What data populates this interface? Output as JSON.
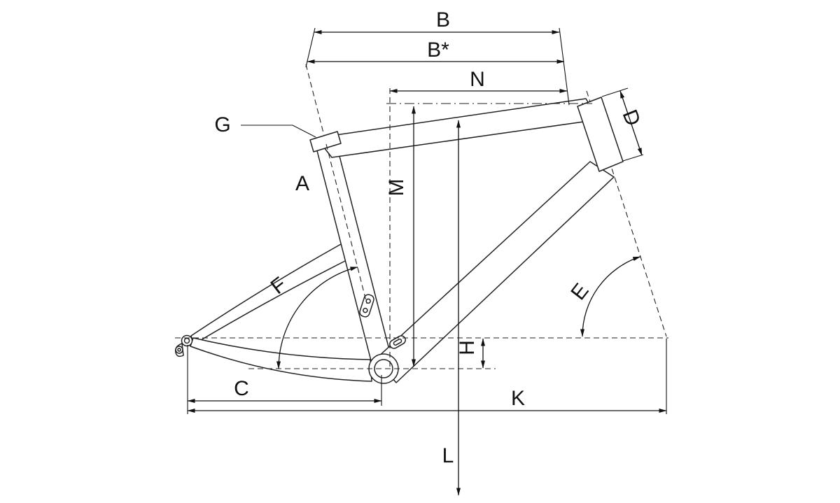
{
  "diagram": {
    "type": "bicycle-frame-geometry",
    "background_color": "#ffffff",
    "line_color": "#111111",
    "labels": {
      "b": "B",
      "b_star": "B*",
      "n": "N",
      "g": "G",
      "a": "A",
      "d": "D",
      "m": "M",
      "f": "F",
      "e": "E",
      "h": "H",
      "c": "C",
      "k": "K",
      "l": "L"
    }
  }
}
